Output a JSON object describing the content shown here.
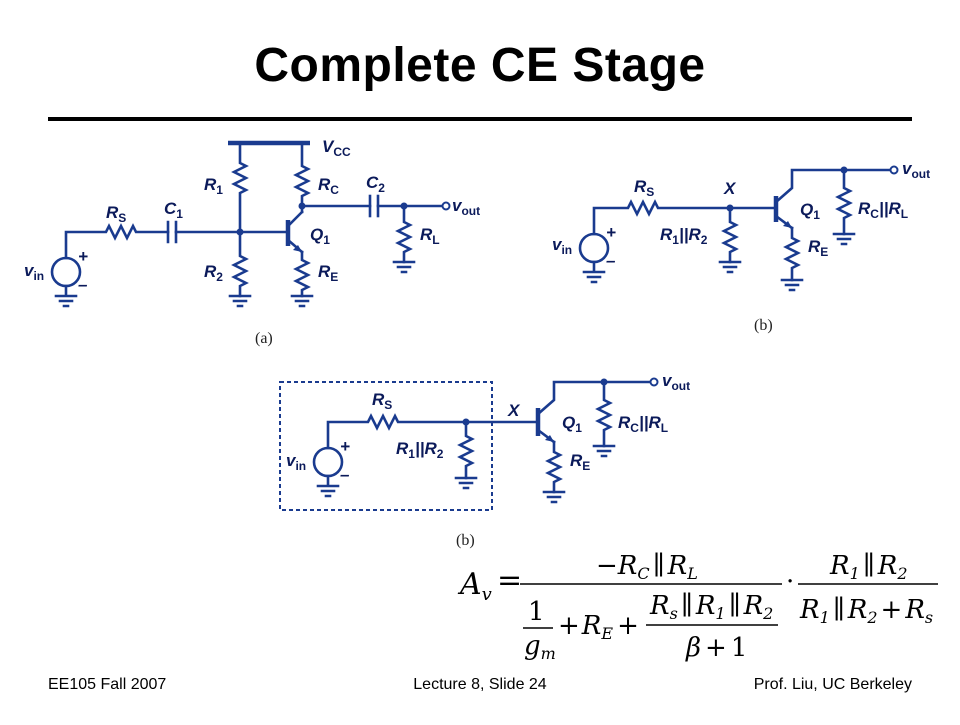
{
  "slide": {
    "title": "Complete CE Stage"
  },
  "footer": {
    "left": "EE105 Fall 2007",
    "center": "Lecture 8, Slide 24",
    "right": "Prof. Liu, UC Berkeley"
  },
  "circuit_a": {
    "caption": "(a)",
    "vcc": {
      "main": "V",
      "sub": "CC"
    },
    "vin": {
      "main": "v",
      "sub": "in"
    },
    "vout": {
      "main": "v",
      "sub": "out"
    },
    "rs": {
      "main": "R",
      "sub": "S"
    },
    "c1": {
      "main": "C",
      "sub": "1"
    },
    "c2": {
      "main": "C",
      "sub": "2"
    },
    "r1": {
      "main": "R",
      "sub": "1"
    },
    "r2": {
      "main": "R",
      "sub": "2"
    },
    "rc": {
      "main": "R",
      "sub": "C"
    },
    "re": {
      "main": "R",
      "sub": "E"
    },
    "rl": {
      "main": "R",
      "sub": "L"
    },
    "q1": {
      "main": "Q",
      "sub": "1"
    },
    "plus": "+",
    "minus": "–"
  },
  "circuit_b1": {
    "caption": "(b)",
    "vin": {
      "main": "v",
      "sub": "in"
    },
    "vout": {
      "main": "v",
      "sub": "out"
    },
    "rs": {
      "main": "R",
      "sub": "S"
    },
    "x": "X",
    "r12": {
      "a": "R",
      "a_sub": "1",
      "sep": "||",
      "b": "R",
      "b_sub": "2"
    },
    "q1": {
      "main": "Q",
      "sub": "1"
    },
    "re": {
      "main": "R",
      "sub": "E"
    },
    "rcl": {
      "a": "R",
      "a_sub": "C",
      "sep": "||",
      "b": "R",
      "b_sub": "L"
    },
    "plus": "+",
    "minus": "–"
  },
  "circuit_b2": {
    "caption": "(b)",
    "vin": {
      "main": "v",
      "sub": "in"
    },
    "vout": {
      "main": "v",
      "sub": "out"
    },
    "rs": {
      "main": "R",
      "sub": "S"
    },
    "x": "X",
    "r12": {
      "a": "R",
      "a_sub": "1",
      "sep": "||",
      "b": "R",
      "b_sub": "2"
    },
    "q1": {
      "main": "Q",
      "sub": "1"
    },
    "re": {
      "main": "R",
      "sub": "E"
    },
    "rcl": {
      "a": "R",
      "a_sub": "C",
      "sep": "||",
      "b": "R",
      "b_sub": "L"
    },
    "plus": "+",
    "minus": "–"
  },
  "equation": {
    "lhs": {
      "main": "A",
      "sub": "v"
    },
    "equals": "=",
    "num1": {
      "minus": "−",
      "r1": "R",
      "r1_sub": "C",
      "par": "∥",
      "r2": "R",
      "r2_sub": "L"
    },
    "den1": {
      "one": "1",
      "gm": "g",
      "gm_sub": "m",
      "plus1": "+",
      "re": "R",
      "re_sub": "E",
      "plus2": "+",
      "rs": "R",
      "rs_sub": "s",
      "par1": "∥",
      "ra": "R",
      "ra_sub": "1",
      "par2": "∥",
      "rb": "R",
      "rb_sub": "2",
      "beta": "β",
      "plus3": "+",
      "one2": "1"
    },
    "dot": "·",
    "num2": {
      "ra": "R",
      "ra_sub": "1",
      "par": "∥",
      "rb": "R",
      "rb_sub": "2"
    },
    "den2": {
      "ra": "R",
      "ra_sub": "1",
      "par": "∥",
      "rb": "R",
      "rb_sub": "2",
      "plus": "+",
      "rs": "R",
      "rs_sub": "s"
    }
  }
}
